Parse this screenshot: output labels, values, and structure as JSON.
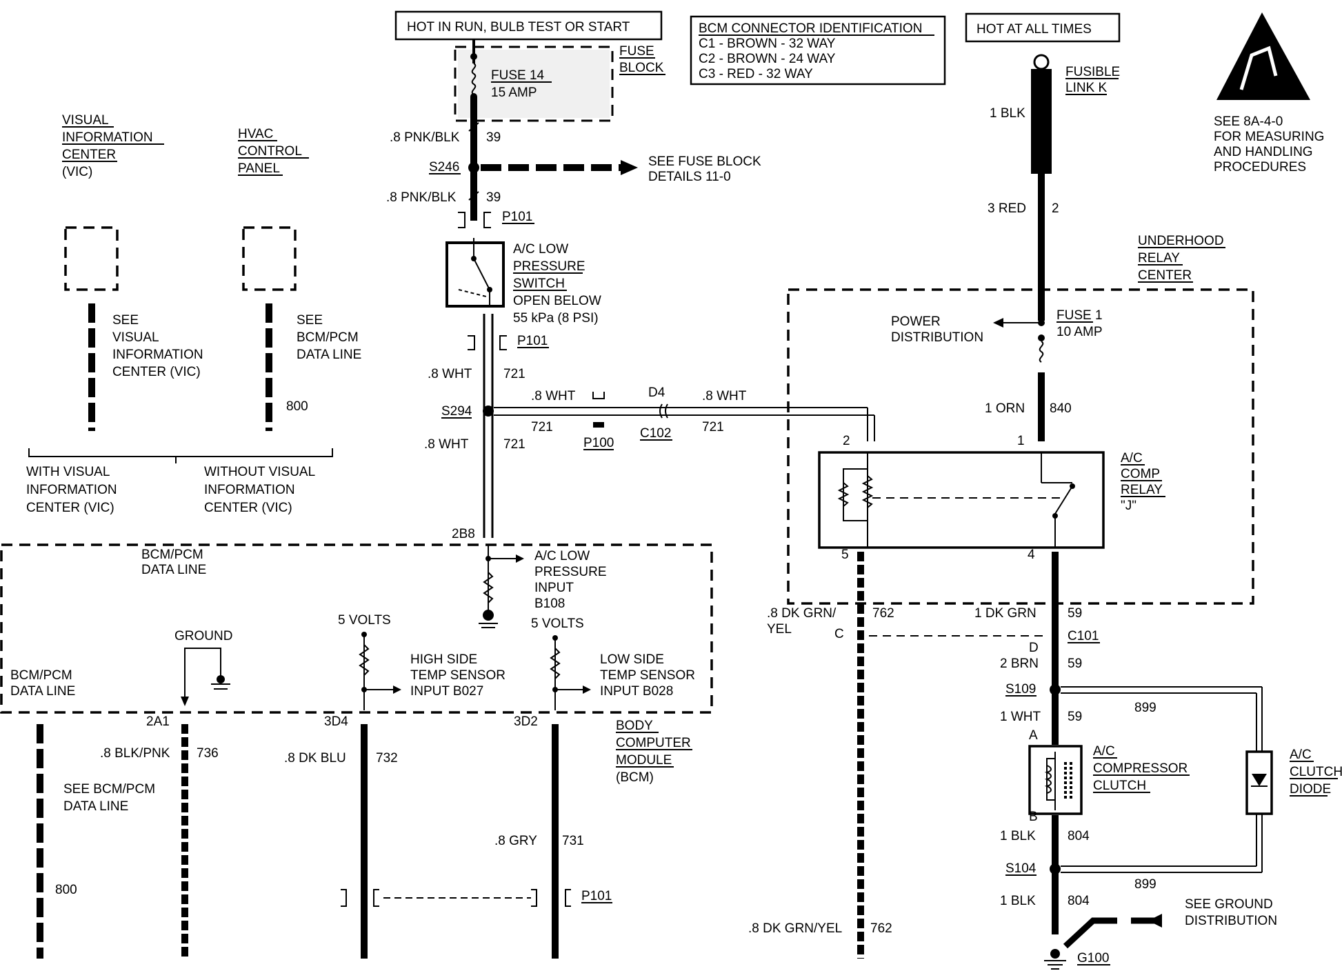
{
  "power_labels": {
    "hot_run": "HOT IN RUN, BULB TEST OR START",
    "hot_all": "HOT AT ALL TIMES"
  },
  "connector_id": {
    "title": "BCM CONNECTOR IDENTIFICATION",
    "c1": "C1 - BROWN - 32 WAY",
    "c2": "C2 - BROWN - 24 WAY",
    "c3": "C3 - RED - 32 WAY"
  },
  "esd_note": [
    "SEE 8A-4-0",
    "FOR MEASURING",
    "AND HANDLING",
    "PROCEDURES"
  ],
  "fuse14": {
    "name": "FUSE 14",
    "rating": "15 AMP",
    "block1": "FUSE",
    "block2": "BLOCK"
  },
  "fusible_link": {
    "l1": "FUSIBLE",
    "l2": "LINK K"
  },
  "left_modules": {
    "vic": [
      "VISUAL",
      "INFORMATION",
      "CENTER",
      "(VIC)"
    ],
    "hvac": [
      "HVAC",
      "CONTROL",
      "PANEL"
    ],
    "vic_see": [
      "SEE",
      "VISUAL",
      "INFORMATION",
      "CENTER (VIC)"
    ],
    "hvac_see": [
      "SEE",
      "BCM/PCM",
      "DATA LINE"
    ],
    "hvac_circuit": "800",
    "with_vic": [
      "WITH  VISUAL",
      "INFORMATION",
      "CENTER (VIC)"
    ],
    "without_vic": [
      "WITHOUT VISUAL",
      "INFORMATION",
      "CENTER (VIC)"
    ]
  },
  "center_wire": {
    "w1": ".8 PNK/BLK",
    "c1": "39",
    "s246": "S246",
    "see_fuse": "SEE FUSE BLOCK",
    "see_fuse2": "DETAILS 11-0",
    "w2": ".8 PNK/BLK",
    "c2": "39",
    "p101": "P101",
    "switch": [
      "A/C LOW",
      "PRESSURE",
      "SWITCH",
      "OPEN BELOW",
      "55 kPa (8 PSI)"
    ],
    "p101b": "P101",
    "w3": ".8 WHT",
    "c3": "721",
    "s294": "S294",
    "w4": ".8 WHT",
    "c4": "721",
    "horiz_w1": ".8 WHT",
    "horiz_c1": "721",
    "d4": "D4",
    "p100": "P100",
    "c102": "C102",
    "horiz_w2": ".8 WHT",
    "horiz_c2": "721",
    "pin_2b8": "2B8"
  },
  "bcm": {
    "data_line_top": [
      "BCM/PCM",
      "DATA LINE"
    ],
    "low_press": [
      "A/C LOW",
      "PRESSURE",
      "INPUT",
      "B108"
    ],
    "ground": "GROUND",
    "five_v1": "5 VOLTS",
    "five_v2": "5 VOLTS",
    "high_side": [
      "HIGH SIDE",
      "TEMP SENSOR",
      "INPUT B027"
    ],
    "low_side": [
      "LOW SIDE",
      "TEMP SENSOR",
      "INPUT B028"
    ],
    "data_line_left": [
      "BCM/PCM",
      "DATA LINE"
    ],
    "module": [
      "BODY",
      "COMPUTER",
      "MODULE",
      "(BCM)"
    ],
    "pins": [
      "2A1",
      "3D4",
      "3D2"
    ]
  },
  "bottom_wires": {
    "see_bcm": [
      "SEE BCM/PCM",
      "DATA LINE"
    ],
    "c800": "800",
    "w736": ".8 BLK/PNK",
    "c736": "736",
    "w732": ".8 DK BLU",
    "c732": "732",
    "w731": ".8 GRY",
    "c731": "731",
    "p101": "P101"
  },
  "right_side": {
    "w_blk": "1 BLK",
    "w_red": "3 RED",
    "c_red": "2",
    "relay_center": [
      "UNDERHOOD",
      "RELAY",
      "CENTER"
    ],
    "power_dist": [
      "POWER",
      "DISTRIBUTION"
    ],
    "fuse1": [
      "FUSE 1",
      "10 AMP"
    ],
    "w_orn": "1 ORN",
    "c_orn": "840",
    "pin2": "2",
    "pin1": "1",
    "pin5": "5",
    "pin4": "4",
    "relay": [
      "A/C",
      "COMP",
      "RELAY",
      "\"J\""
    ],
    "w762": [
      ".8 DK GRN/",
      "YEL"
    ],
    "c762": "762",
    "pin_c": "C",
    "pin_d": "D",
    "w59a": "1 DK GRN",
    "c59a": "59",
    "c101": "C101",
    "w59b": "2 BRN",
    "c59b": "59",
    "s109": "S109",
    "c899a": "899",
    "w59c": "1 WHT",
    "c59c": "59",
    "pin_a": "A",
    "pin_b": "B",
    "clutch": [
      "A/C",
      "COMPRESSOR",
      "CLUTCH"
    ],
    "diode": [
      "A/C",
      "CLUTCH",
      "DIODE"
    ],
    "w804a": "1 BLK",
    "c804a": "804",
    "s104": "S104",
    "c899b": "899",
    "w804b": "1 BLK",
    "c804b": "804",
    "see_ground": [
      "SEE GROUND",
      "DISTRIBUTION"
    ],
    "g100": "G100",
    "w762b": ".8 DK GRN/YEL",
    "c762b": "762"
  }
}
